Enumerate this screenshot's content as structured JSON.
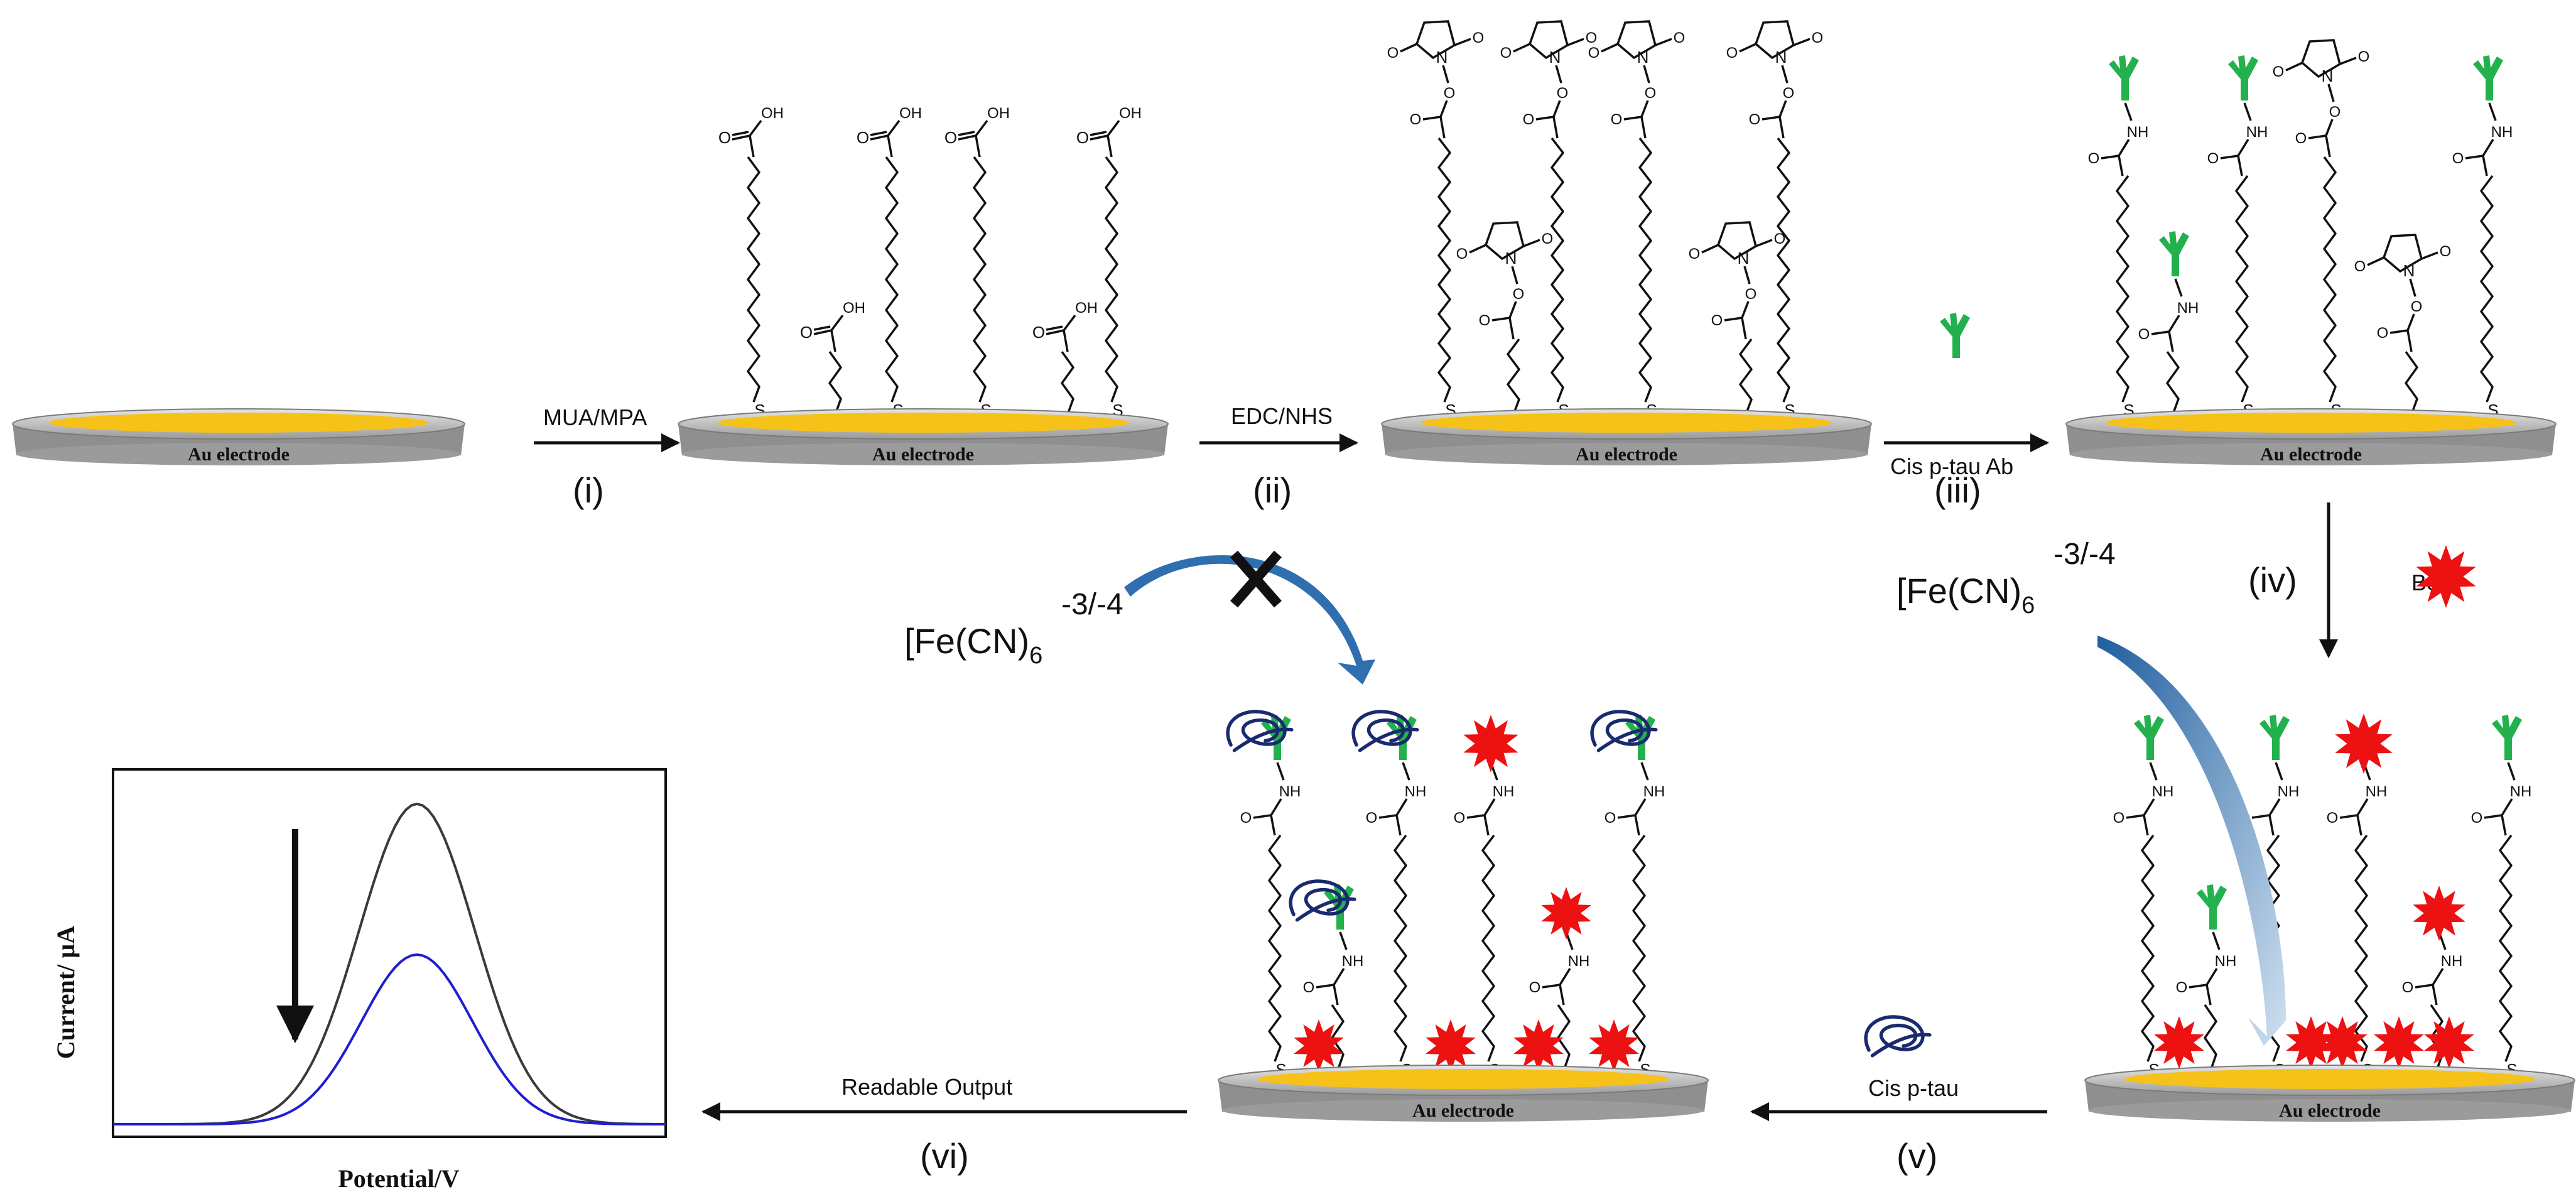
{
  "electrode_label": "Au electrode",
  "steps": [
    {
      "reagent": "MUA/MPA",
      "numeral": "(i)"
    },
    {
      "reagent": "EDC/NHS",
      "numeral": "(ii)"
    },
    {
      "reagent": "Cis p-tau Ab",
      "numeral": "(iii)"
    },
    {
      "reagent": "BSA",
      "numeral": "(iv)"
    },
    {
      "reagent": "Cis p-tau",
      "numeral": "(v)"
    },
    {
      "reagent": "Readable Output",
      "numeral": "(vi)"
    }
  ],
  "probe": {
    "base": "[Fe(CN)",
    "sub": "6",
    "sup": "-3/-4"
  },
  "atoms": {
    "S": "S",
    "O": "O",
    "OH": "OH",
    "N": "N",
    "NH": "NH"
  },
  "graph": {
    "ylabel": "Current/ µA",
    "xlabel": "Potential/V",
    "curve_colors": [
      "#3a3a3a",
      "#1f1fd0"
    ]
  },
  "colors": {
    "gold": "#f6c21a",
    "antibody": "#22b14c",
    "bsa": "#ee1111",
    "tau": "#1a2a6e",
    "arrow_blue": "#2f6fb0"
  }
}
